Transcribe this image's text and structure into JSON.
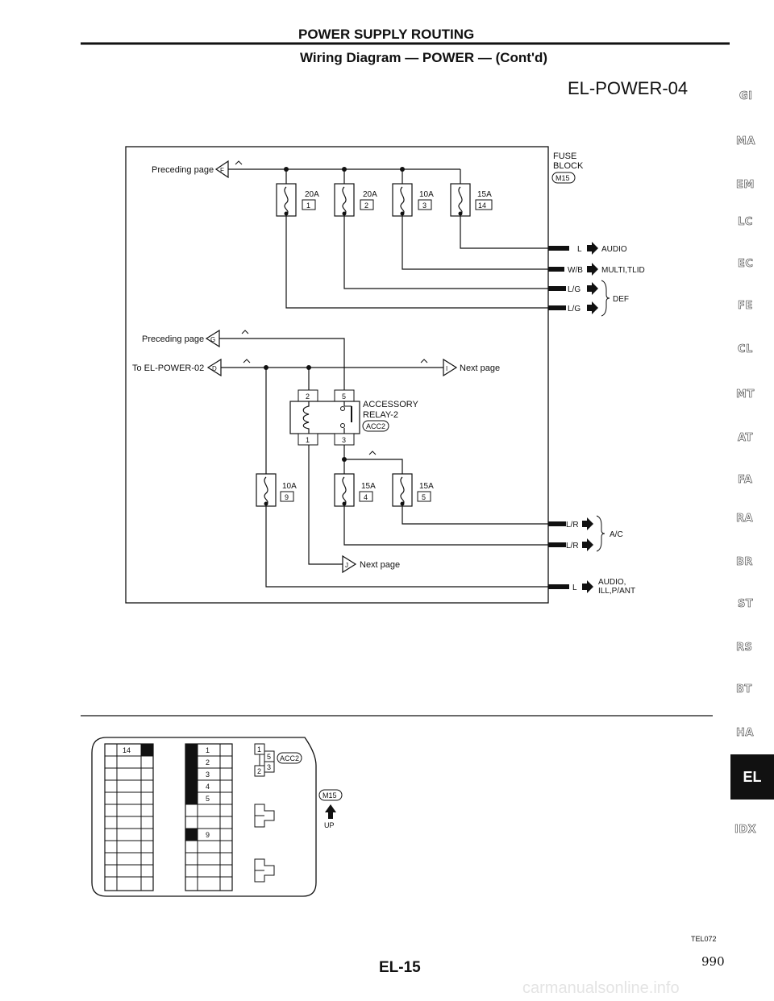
{
  "header": {
    "section_title": "POWER SUPPLY ROUTING",
    "subtitle": "Wiring Diagram — POWER — (Cont'd)",
    "diagram_id": "EL-POWER-04"
  },
  "diagram": {
    "preceding_page_label": "Preceding page",
    "to_el_power_02_label": "To EL-POWER-02",
    "next_page_label": "Next page",
    "connectors": {
      "F": "F",
      "G": "G",
      "D": "D",
      "I": "I",
      "J": "J"
    },
    "fuse_block": {
      "line1": "FUSE",
      "line2": "BLOCK",
      "connector": "M15"
    },
    "fuses": [
      {
        "rating": "20A",
        "terminal": "1"
      },
      {
        "rating": "20A",
        "terminal": "2"
      },
      {
        "rating": "10A",
        "terminal": "3"
      },
      {
        "rating": "15A",
        "terminal": "14"
      },
      {
        "rating": "10A",
        "terminal": "9"
      },
      {
        "rating": "15A",
        "terminal": "4"
      },
      {
        "rating": "15A",
        "terminal": "5"
      }
    ],
    "relay": {
      "line1": "ACCESSORY",
      "line2": "RELAY-2",
      "connector": "ACC2",
      "pins": [
        "2",
        "5",
        "1",
        "3"
      ]
    },
    "outputs": {
      "audio_wire": "L",
      "audio": "AUDIO",
      "multi_wire": "W/B",
      "multi": "MULTI,TLID",
      "def_wire1": "L/G",
      "def_wire2": "L/G",
      "def": "DEF",
      "ac_wire1": "L/R",
      "ac_wire2": "L/R",
      "ac": "A/C",
      "ill_wire": "L",
      "ill1": "AUDIO,",
      "ill2": "ILL,P/ANT"
    }
  },
  "connector_views": {
    "block1_pin": "14",
    "block2_pins": [
      "1",
      "2",
      "3",
      "4",
      "5",
      "9"
    ],
    "relay_pins": [
      "1",
      "5",
      "3",
      "2"
    ],
    "relay_connector": "ACC2",
    "fuse_connector": "M15",
    "up_label": "UP"
  },
  "side_tabs": [
    "GI",
    "MA",
    "EM",
    "LC",
    "EC",
    "FE",
    "CL",
    "MT",
    "AT",
    "FA",
    "RA",
    "BR",
    "ST",
    "RS",
    "BT",
    "HA",
    "EL",
    "IDX"
  ],
  "active_tab": "EL",
  "footer": {
    "ref_code": "TEL072",
    "page_code": "EL-15",
    "page_number": "990",
    "watermark": "carmanualsonline.info"
  }
}
